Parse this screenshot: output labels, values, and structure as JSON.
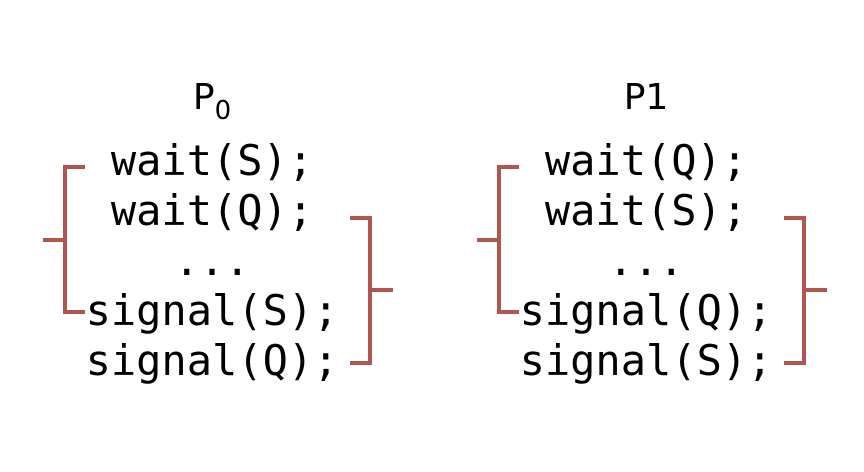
{
  "colors": {
    "background": "#ffffff",
    "text": "#000000",
    "bracket": "#b3554f"
  },
  "processes": [
    {
      "title_main": "P",
      "title_sub": "0",
      "code_lines": [
        "wait(S);",
        "wait(Q);",
        "...",
        "signal(S);",
        "signal(Q);"
      ]
    },
    {
      "title_main": "P1",
      "title_sub": "",
      "code_lines": [
        "wait(Q);",
        "wait(S);",
        "...",
        "signal(Q);",
        "signal(S);"
      ]
    }
  ]
}
